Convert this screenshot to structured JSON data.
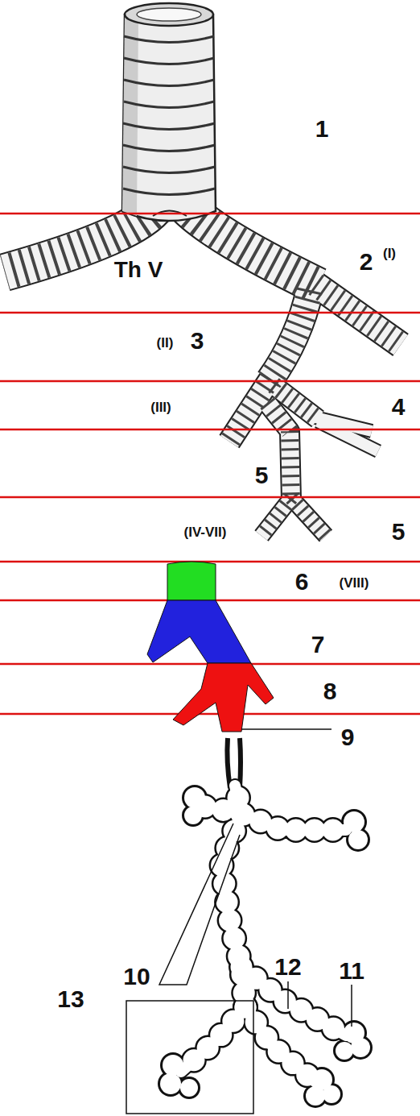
{
  "diagram": {
    "labels": [
      "1",
      "2",
      "(I)",
      "Th V",
      "(II)",
      "3",
      "(III)",
      "4",
      "5",
      "(IV-VII)",
      "5",
      "6",
      "(VIII)",
      "7",
      "8",
      "9",
      "10",
      "12",
      "11",
      "13"
    ]
  }
}
